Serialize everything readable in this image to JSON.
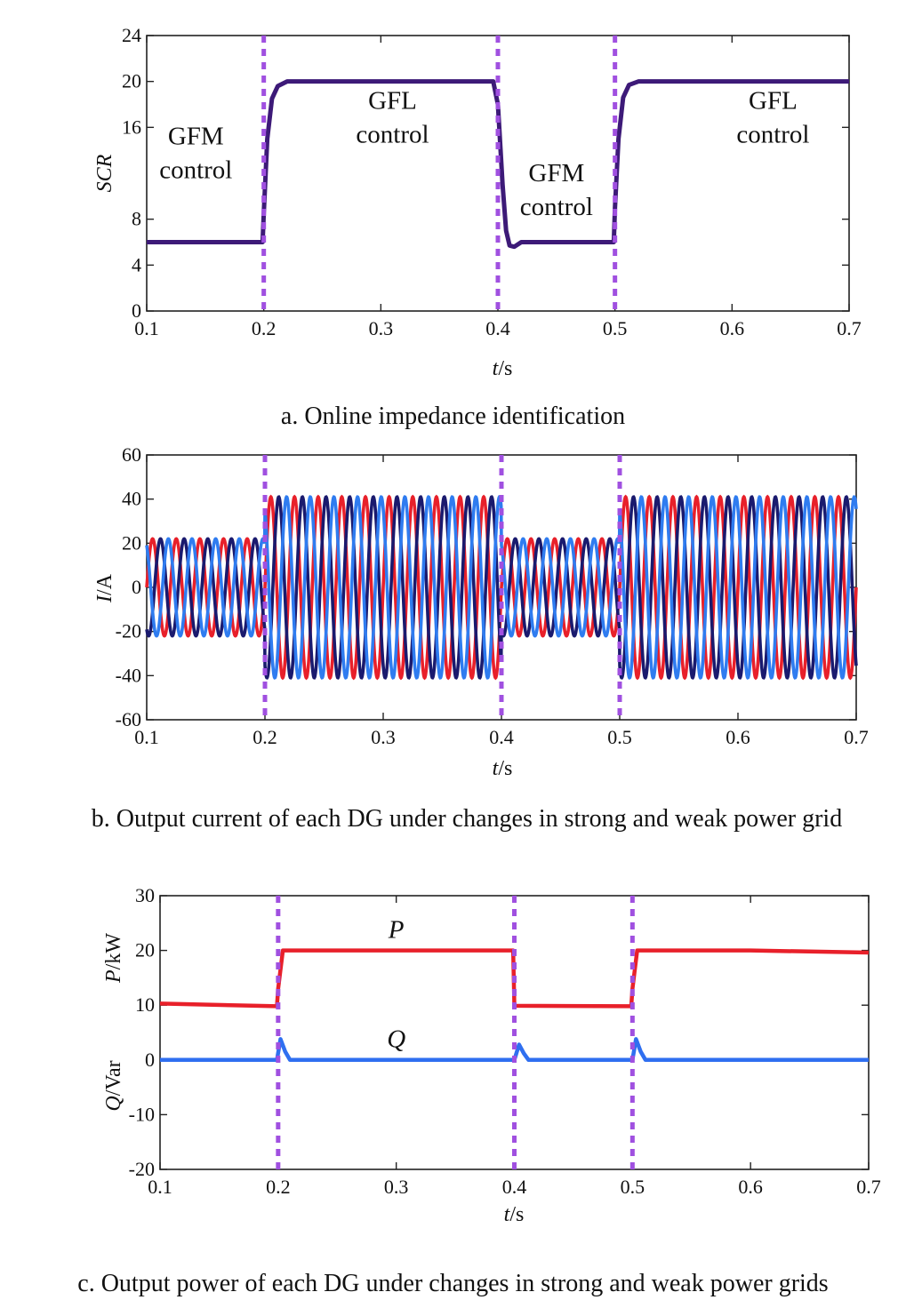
{
  "chart_data": [
    {
      "type": "line",
      "caption": "a. Online impedance identification",
      "xlabel": "t/s",
      "ylabel": "SCR",
      "xlim": [
        0.1,
        0.7
      ],
      "ylim": [
        0,
        24
      ],
      "xticks": [
        0.1,
        0.2,
        0.3,
        0.4,
        0.5,
        0.6,
        0.7
      ],
      "yticks": [
        0,
        4,
        8,
        16,
        20,
        24
      ],
      "xtick_labels": [
        "0.1",
        "0.2",
        "0.3",
        "0.4",
        "0.5",
        "0.6",
        "0.7"
      ],
      "ytick_labels": [
        "0",
        "4",
        "8",
        "16",
        "20",
        "24"
      ],
      "vlines": [
        0.2,
        0.4,
        0.5
      ],
      "series": [
        {
          "color": "#3d1a78",
          "x": [
            0.1,
            0.199,
            0.2,
            0.203,
            0.207,
            0.212,
            0.22,
            0.396,
            0.4,
            0.404,
            0.407,
            0.41,
            0.414,
            0.42,
            0.499,
            0.5,
            0.503,
            0.507,
            0.512,
            0.52,
            0.7
          ],
          "y": [
            6,
            6,
            8.5,
            15,
            18.5,
            19.6,
            20,
            20,
            18,
            11,
            7,
            5.7,
            5.6,
            6,
            6,
            9,
            15,
            18.6,
            19.7,
            20,
            20
          ]
        }
      ],
      "annotations": [
        {
          "lines": [
            "GFM",
            "control"
          ],
          "x": 0.142,
          "y": 14.5
        },
        {
          "lines": [
            "GFL",
            "control"
          ],
          "x": 0.31,
          "y": 17.6
        },
        {
          "lines": [
            "GFM",
            "control"
          ],
          "x": 0.45,
          "y": 11.3
        },
        {
          "lines": [
            "GFL",
            "control"
          ],
          "x": 0.635,
          "y": 17.6
        }
      ]
    },
    {
      "type": "line",
      "caption": "b. Output current of each DG under changes in strong and weak power grid",
      "xlabel": "t/s",
      "ylabel": "I/A",
      "xlim": [
        0.1,
        0.7
      ],
      "ylim": [
        -60,
        60
      ],
      "xticks": [
        0.1,
        0.2,
        0.3,
        0.4,
        0.5,
        0.6,
        0.7
      ],
      "yticks": [
        -60,
        -40,
        -20,
        0,
        20,
        40,
        60
      ],
      "xtick_labels": [
        "0.1",
        "0.2",
        "0.3",
        "0.4",
        "0.5",
        "0.6",
        "0.7"
      ],
      "ytick_labels": [
        "-60",
        "-40",
        "-20",
        "0",
        "20",
        "40",
        "60"
      ],
      "vlines": [
        0.2,
        0.4,
        0.5
      ],
      "waveform": {
        "frequency_hz": 50,
        "segments": [
          {
            "from": 0.1,
            "to": 0.2,
            "amplitude": 22
          },
          {
            "from": 0.2,
            "to": 0.4,
            "amplitude": 41
          },
          {
            "from": 0.4,
            "to": 0.5,
            "amplitude": 22
          },
          {
            "from": 0.5,
            "to": 0.7,
            "amplitude": 41
          }
        ]
      },
      "series": [
        {
          "color": "#e8202a",
          "phase_deg": 0
        },
        {
          "color": "#1a1a6e",
          "phase_deg": -120
        },
        {
          "color": "#2f7cf0",
          "phase_deg": 120
        }
      ]
    },
    {
      "type": "line",
      "caption": "c. Output power of each DG under changes in strong and weak power grids",
      "xlabel": "t/s",
      "ylabel": "P/kW",
      "ylabel2": "Q/Var",
      "xlim": [
        0.1,
        0.7
      ],
      "ylim": [
        -20,
        30
      ],
      "xticks": [
        0.1,
        0.2,
        0.3,
        0.4,
        0.5,
        0.6,
        0.7
      ],
      "yticks": [
        -20,
        -10,
        0,
        10,
        20,
        30
      ],
      "xtick_labels": [
        "0.1",
        "0.2",
        "0.3",
        "0.4",
        "0.5",
        "0.6",
        "0.7"
      ],
      "ytick_labels": [
        "-20",
        "-10",
        "0",
        "10",
        "20",
        "30"
      ],
      "vlines": [
        0.2,
        0.4,
        0.5
      ],
      "series": [
        {
          "name": "P",
          "color": "#e8202a",
          "x": [
            0.1,
            0.199,
            0.2,
            0.204,
            0.3,
            0.399,
            0.4,
            0.401,
            0.499,
            0.5,
            0.504,
            0.6,
            0.7
          ],
          "y": [
            10.3,
            9.8,
            13,
            20,
            20,
            20,
            10,
            9.9,
            9.8,
            13,
            20,
            20,
            19.6
          ]
        },
        {
          "name": "Q",
          "color": "#2f6ff0",
          "x": [
            0.1,
            0.199,
            0.202,
            0.206,
            0.21,
            0.3,
            0.4,
            0.404,
            0.408,
            0.412,
            0.5,
            0.503,
            0.507,
            0.511,
            0.6,
            0.7
          ],
          "y": [
            0,
            0,
            3.8,
            1.5,
            0,
            0,
            0,
            2.8,
            1.2,
            0,
            0,
            3.8,
            1.5,
            0,
            0,
            0
          ]
        }
      ],
      "annotations": [
        {
          "lines": [
            "P"
          ],
          "x": 0.3,
          "y": 22.3,
          "italic": true
        },
        {
          "lines": [
            "Q"
          ],
          "x": 0.3,
          "y": 2.3,
          "italic": true
        }
      ]
    }
  ]
}
